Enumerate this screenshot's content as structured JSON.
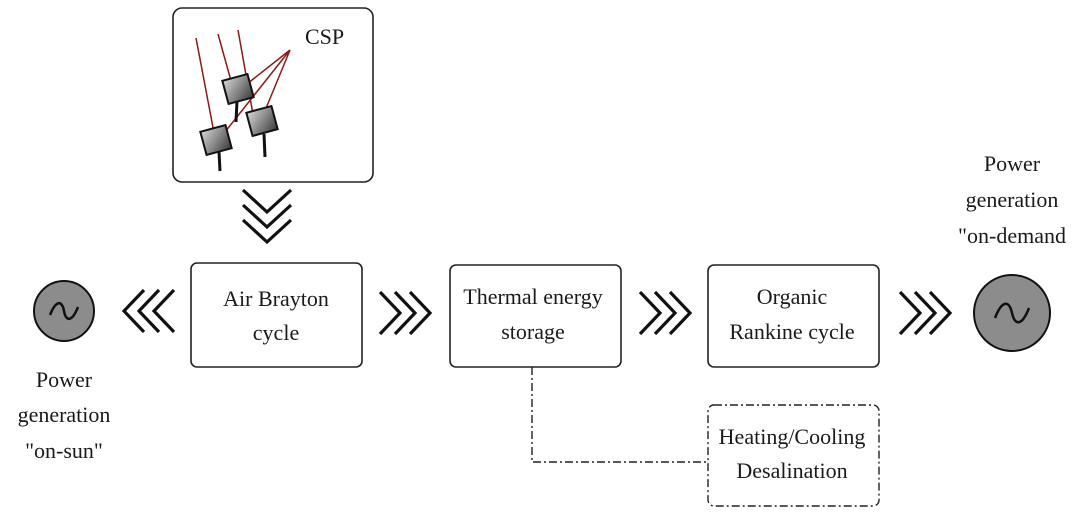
{
  "csp": {
    "label": "CSP"
  },
  "blocks": {
    "air_brayton": [
      "Air Brayton",
      "cycle"
    ],
    "thermal_storage": [
      "Thermal energy",
      "storage"
    ],
    "orc": [
      "Organic",
      "Rankine cycle"
    ],
    "heating": [
      "Heating/Cooling",
      "Desalination"
    ]
  },
  "power_on_sun": [
    "Power",
    "generation",
    "\"on-sun\""
  ],
  "power_on_demand": [
    "Power",
    "generation",
    "\"on-demand"
  ],
  "colors": {
    "mirror_fill": "#7a7a7a",
    "ray": "#8b1a1a",
    "generator": "#8c8c8c",
    "line": "#222222"
  },
  "icons": {
    "generator": "sine-wave-icon",
    "flow_arrow": "triple-chevron-icon"
  }
}
